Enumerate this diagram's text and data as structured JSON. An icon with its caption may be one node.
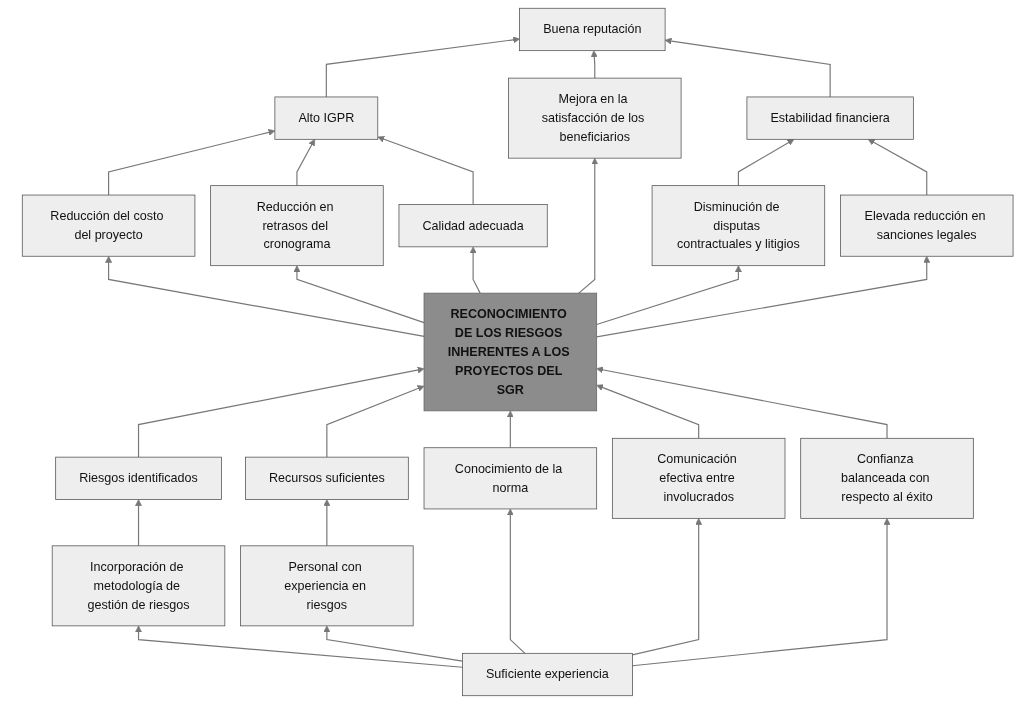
{
  "diagram": {
    "nodes": [
      {
        "text": [
          "Buena reputación"
        ]
      },
      {
        "text": [
          "Alto IGPR"
        ]
      },
      {
        "text": [
          "Estabilidad financiera"
        ]
      },
      {
        "text": [
          "Reducción del costo del proyecto"
        ]
      },
      {
        "text": [
          "Reducción en retrasos del cronograma"
        ]
      },
      {
        "text": [
          "Calidad adecuada"
        ]
      },
      {
        "text": [
          "Mejora en la satisfacción de los beneficiarios"
        ]
      },
      {
        "text": [
          "Disminución de disputas contractuales y litigios"
        ]
      },
      {
        "text": [
          "Elevada reducción en sanciones legales"
        ]
      },
      {
        "text": [
          "RECONOCIMIENTO DE LOS RIESGOS INHERENTES A LOS PROYECTOS DEL SGR"
        ]
      },
      {
        "text": [
          "Riesgos identificados"
        ]
      },
      {
        "text": [
          "Recursos suficientes"
        ]
      },
      {
        "text": [
          "Conocimiento de la norma"
        ]
      },
      {
        "text": [
          "Comunicación efectiva entre involucrados"
        ]
      },
      {
        "text": [
          "Confianza balanceada con respecto al éxito"
        ]
      },
      {
        "text": [
          "Incorporación de metodología de gestión de riesgos"
        ]
      },
      {
        "text": [
          "Personal con experiencia en riesgos"
        ]
      },
      {
        "text": [
          "Suficiente experiencia"
        ]
      }
    ],
    "edges": [
      {
        "from": 1,
        "to": 0,
        "arrow": "to"
      },
      {
        "from": 6,
        "to": 0,
        "arrow": "to"
      },
      {
        "from": 2,
        "to": 0,
        "arrow": "to"
      },
      {
        "from": 3,
        "to": 1,
        "arrow": "to"
      },
      {
        "from": 4,
        "to": 1,
        "arrow": "to"
      },
      {
        "from": 5,
        "to": 1,
        "arrow": "to"
      },
      {
        "from": 7,
        "to": 2,
        "arrow": "to"
      },
      {
        "from": 8,
        "to": 2,
        "arrow": "to"
      },
      {
        "from": 9,
        "to": 3,
        "arrow": "to"
      },
      {
        "from": 9,
        "to": 4,
        "arrow": "to"
      },
      {
        "from": 9,
        "to": 5,
        "arrow": "to"
      },
      {
        "from": 9,
        "to": 6,
        "arrow": "to"
      },
      {
        "from": 9,
        "to": 7,
        "arrow": "to"
      },
      {
        "from": 9,
        "to": 8,
        "arrow": "to"
      },
      {
        "from": 10,
        "to": 9,
        "arrow": "to"
      },
      {
        "from": 11,
        "to": 9,
        "arrow": "to"
      },
      {
        "from": 12,
        "to": 9,
        "arrow": "to"
      },
      {
        "from": 13,
        "to": 9,
        "arrow": "to"
      },
      {
        "from": 14,
        "to": 9,
        "arrow": "to"
      },
      {
        "from": 15,
        "to": 10,
        "arrow": "to"
      },
      {
        "from": 16,
        "to": 11,
        "arrow": "to"
      },
      {
        "from": 17,
        "to": 15,
        "arrow": "to"
      },
      {
        "from": 17,
        "to": 16,
        "arrow": "to"
      },
      {
        "from": 17,
        "to": 12,
        "arrow": "to"
      },
      {
        "from": 17,
        "to": 13,
        "arrow": "to"
      },
      {
        "from": 17,
        "to": 14,
        "arrow": "to"
      }
    ]
  }
}
